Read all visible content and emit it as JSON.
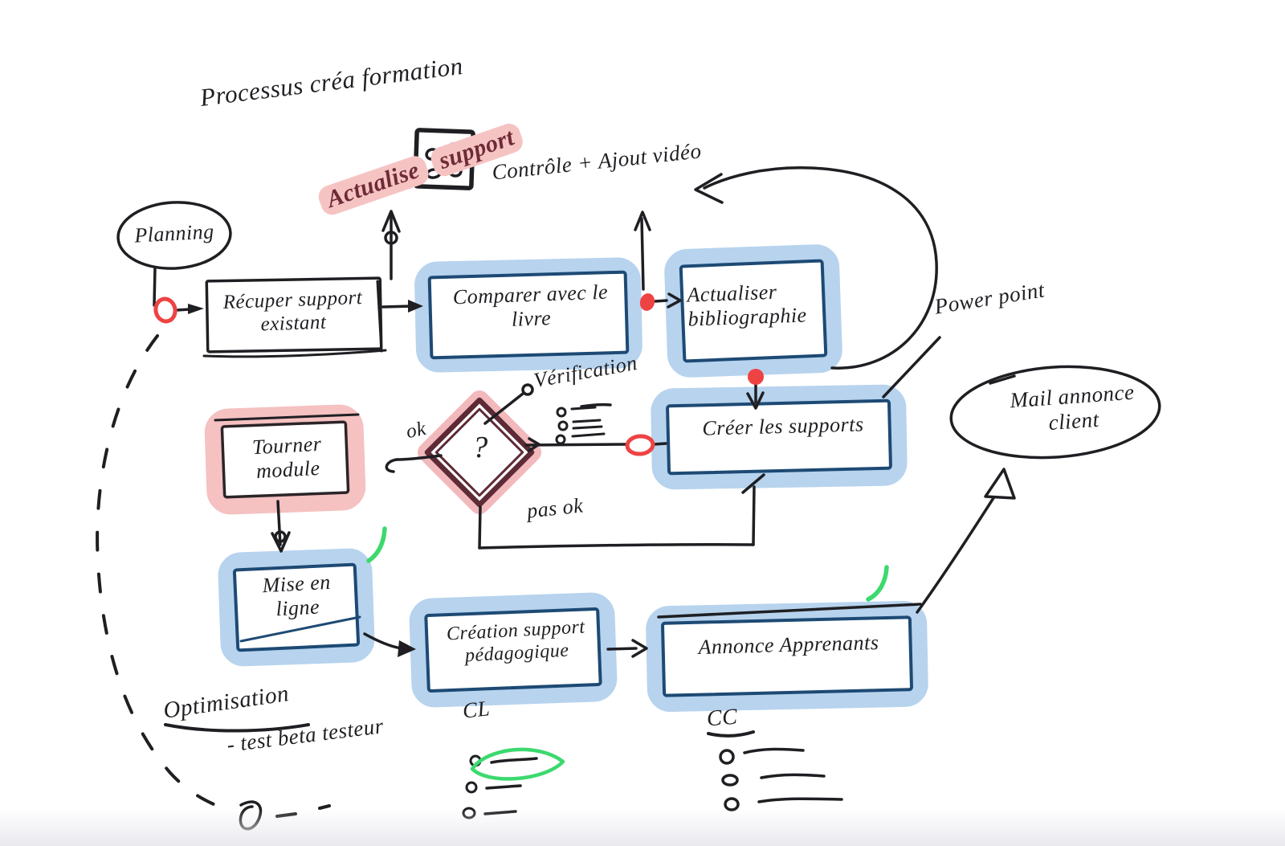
{
  "title": "Processus créa formation",
  "nodes": {
    "planning": {
      "label": "Planning"
    },
    "recuperer_support": {
      "line1": "Récuper support",
      "line2": "existant"
    },
    "comparer_livre": {
      "line1": "Comparer avec le",
      "line2": "livre"
    },
    "actualiser_bibliographie": {
      "line1": "Actualiser",
      "line2": "bibliographie"
    },
    "creer_supports": {
      "label": "Créer les supports"
    },
    "tourner_module": {
      "line1": "Tourner",
      "line2": "module"
    },
    "decision": {
      "label": "?"
    },
    "mise_en_ligne": {
      "line1": "Mise en",
      "line2": "ligne"
    },
    "creation_support_pedagogique": {
      "line1": "Création support",
      "line2": "pédagogique"
    },
    "annonce_apprenants": {
      "label": "Annonce Apprenants"
    },
    "mail_annonce_client": {
      "line1": "Mail annonce",
      "line2": "client"
    }
  },
  "annotations": {
    "actualise_support": {
      "line1": "Actualise",
      "line2": "support"
    },
    "controle_ajout_video": "Contrôle + Ajout vidéo",
    "power_point": "Power point",
    "verification": "Vérification",
    "ok": "ok",
    "pas_ok": "pas ok",
    "optimisation": "Optimisation",
    "test_beta_testeur": "- test beta testeur",
    "checklist_left_title": "CL",
    "checklist_right_title": "CC"
  },
  "colors": {
    "ink": "#1f1f23",
    "navy_stroke": "#1d4a74",
    "blue_highlight": "#b7d3ee",
    "pink_highlight": "#f5c1c1",
    "dark_red_ink": "#6e2b36",
    "red_mark": "#ee4343",
    "green_mark": "#3cd96e"
  }
}
